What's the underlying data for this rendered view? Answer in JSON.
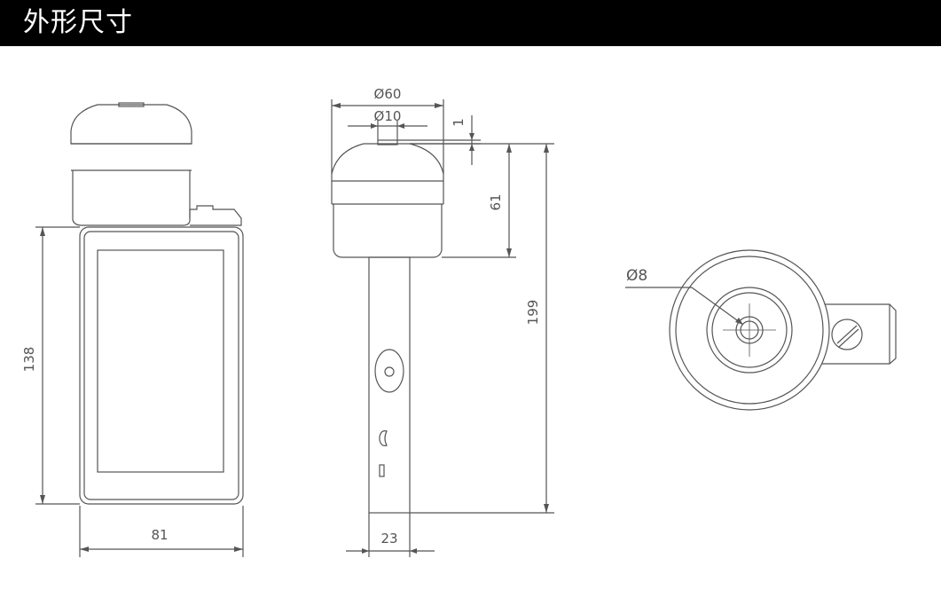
{
  "title": "外形尺寸",
  "colors": {
    "title_bar": "#000000",
    "title_text": "#ffffff",
    "line": "#555555"
  },
  "views": {
    "front": {
      "width_label": "81",
      "height_label": "138"
    },
    "side": {
      "outer_diameter_label": "Ø60",
      "inner_diameter_label": "Ø10",
      "offset_label": "1",
      "head_height_label": "61",
      "total_height_label": "199",
      "width_label": "23"
    },
    "top": {
      "diameter_label": "Ø8"
    }
  }
}
